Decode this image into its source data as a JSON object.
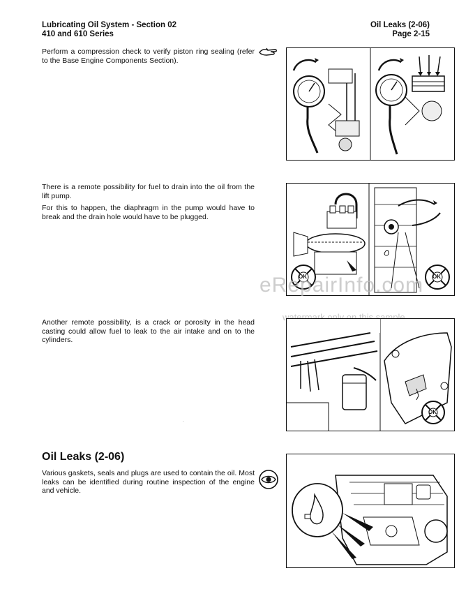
{
  "header": {
    "left_line1": "Lubricating Oil System - Section 02",
    "left_line2": "410 and 610 Series",
    "right_line1": "Oil Leaks (2-06)",
    "right_line2": "Page 2-15"
  },
  "paragraphs": {
    "compression": "Perform a compression check to verify piston ring sealing (refer to the Base Engine Components Section).",
    "fuel_drain_1": "There is a remote possibility for fuel to drain into the oil from the lift pump.",
    "fuel_drain_2": "For this to happen, the diaphragm in the pump would have to break and the drain hole would have to be plugged.",
    "head_crack": "Another remote possibility, is a crack or porosity in the head casting could allow fuel to leak to the air intake and on to the cylinders.",
    "oil_leaks": "Various gaskets, seals and plugs are used to contain the oil. Most leaks can be identified during routine inspection of the engine and vehicle."
  },
  "section": {
    "title": "Oil Leaks (2-06)"
  },
  "figures": {
    "ok_label": "OK"
  },
  "watermark": {
    "main": "eRepairInfo.com",
    "sub": "watermark only on this sample"
  },
  "icons": {
    "hand": "pointing-hand-icon",
    "eye": "eye-inspect-icon"
  }
}
